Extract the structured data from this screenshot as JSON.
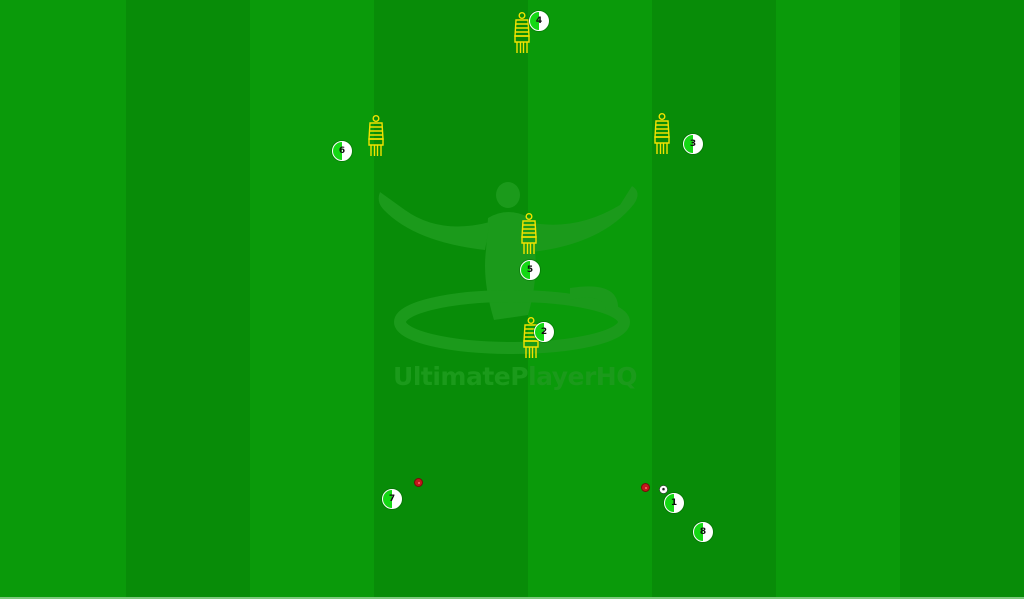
{
  "pitch": {
    "colors": {
      "light_stripe": "#0a9a0a",
      "dark_stripe": "#088c08",
      "watermark": "#1b9a1b",
      "mannequin": "#f2e200",
      "cone": "#c4161c",
      "player_team": "#14d814"
    }
  },
  "watermark": {
    "brand": "UltimatePlayerHQ"
  },
  "mannequins": [
    "mannequin",
    "mannequin",
    "mannequin",
    "mannequin",
    "mannequin"
  ],
  "players": [
    {
      "number": "1"
    },
    {
      "number": "2"
    },
    {
      "number": "3"
    },
    {
      "number": "4"
    },
    {
      "number": "5"
    },
    {
      "number": "6"
    },
    {
      "number": "7"
    },
    {
      "number": "8"
    }
  ],
  "cones": [
    "cone",
    "cone"
  ],
  "ball": {
    "icon": "football-icon"
  }
}
